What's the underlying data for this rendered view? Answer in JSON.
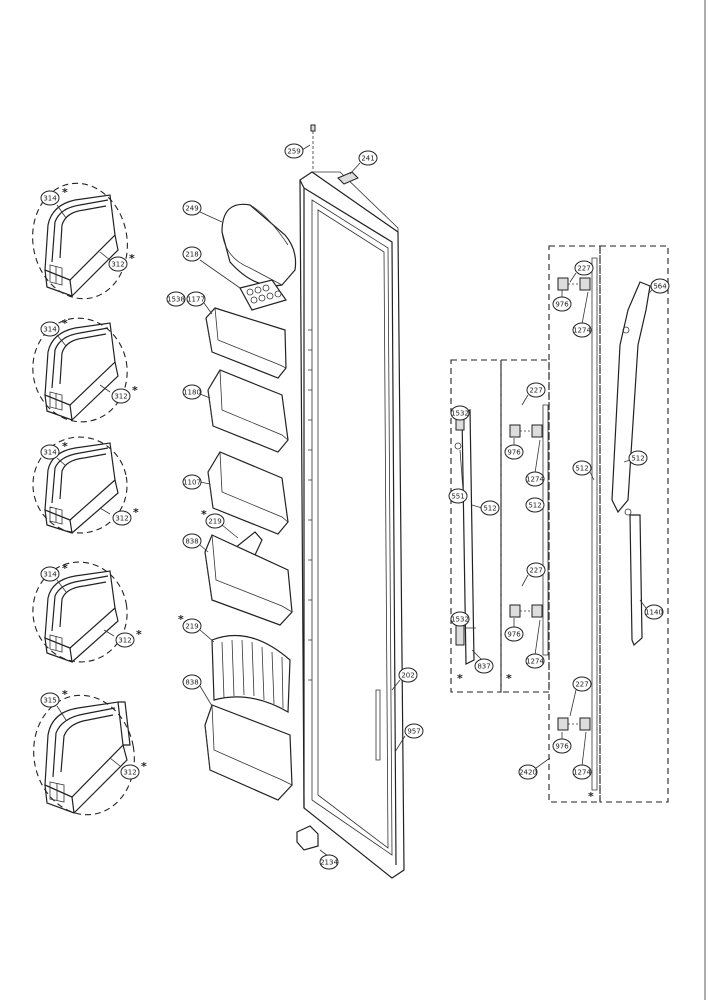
{
  "diagram": {
    "callouts": {
      "c314a": "314",
      "c312a": "312",
      "c314b": "314",
      "c312b": "312",
      "c314c": "314",
      "c312c": "312",
      "c314d": "314",
      "c312d": "312",
      "c315": "315",
      "c312e": "312",
      "c249": "249",
      "c218": "218",
      "c1538": "1538",
      "c1177": "1177",
      "c1180": "1180",
      "c1107": "1107",
      "c219": "219",
      "c838a": "838",
      "c219b": "219",
      "c838b": "838",
      "c259": "259",
      "c241": "241",
      "c202": "202",
      "c957": "957",
      "c2134": "2134",
      "c1532a": "1532",
      "c551": "551",
      "c512a": "512",
      "c1532b": "1532",
      "c837": "837",
      "c227a": "227",
      "c976a": "976",
      "c1274a": "1274",
      "c512b": "512",
      "c227b": "227",
      "c976b": "976",
      "c1274b": "1274",
      "c227c": "227",
      "c976c": "976",
      "c1274c": "1274",
      "c512c": "512",
      "c227d": "227",
      "c976d": "976",
      "c1274d": "1274",
      "c2420": "2420",
      "c564": "564",
      "c512d": "512",
      "c1140": "1140"
    },
    "marks": {
      "star": "*"
    }
  }
}
